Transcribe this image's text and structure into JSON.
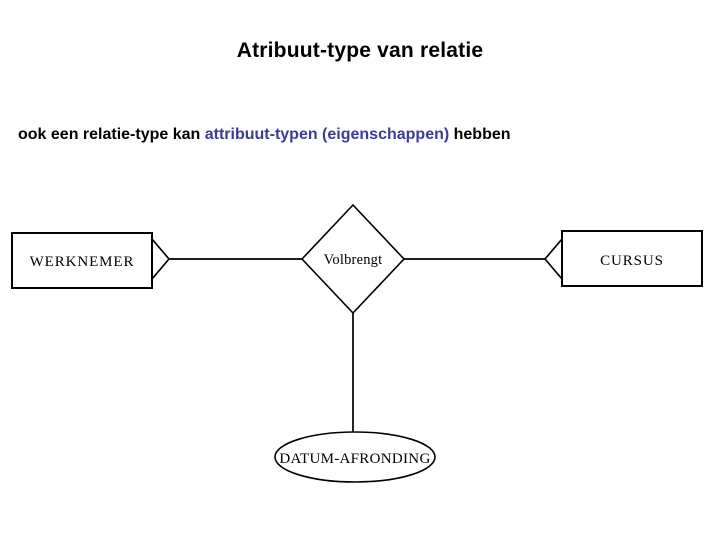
{
  "slide": {
    "title": "Atribuut-type van relatie",
    "subtitle": {
      "lead": "ook een relatie-type kan ",
      "accent": "attribuut-typen (eigenschappen)",
      "trail": " hebben",
      "accent_color": "#3b3b99",
      "text_color": "#000000"
    },
    "background_color": "#ffffff"
  },
  "diagram": {
    "type": "entity-relationship-diagram",
    "entities": [
      {
        "id": "werknemer",
        "label": "WERKNEMER",
        "shape": "rectangle",
        "side": "left"
      },
      {
        "id": "cursus",
        "label": "CURSUS",
        "shape": "rectangle",
        "side": "right"
      }
    ],
    "relationship": {
      "id": "volbrengt",
      "label": "Volbrengt",
      "shape": "diamond"
    },
    "attribute": {
      "id": "datum-afronding",
      "label": "DATUM-AFRONDING",
      "shape": "ellipse"
    },
    "connectors": [
      {
        "from": "werknemer",
        "to": "volbrengt",
        "cardinality": "many",
        "notation": "crows-foot"
      },
      {
        "from": "volbrengt",
        "to": "cursus",
        "cardinality": "many",
        "notation": "crows-foot"
      },
      {
        "from": "volbrengt",
        "to": "datum-afronding",
        "cardinality": "one",
        "notation": "plain-line"
      }
    ],
    "line_color": "#000000",
    "fill_color": "#ffffff"
  }
}
